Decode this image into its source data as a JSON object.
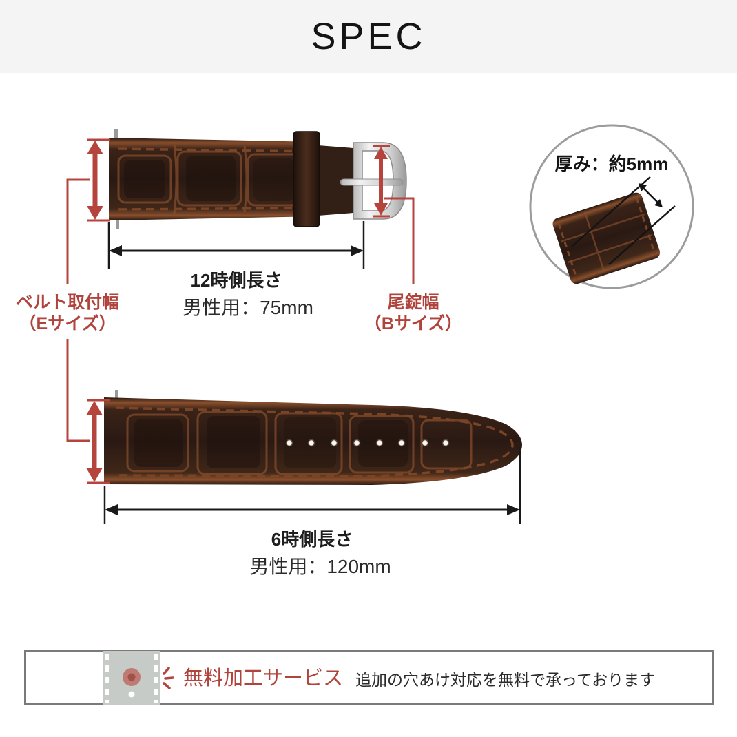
{
  "header": {
    "title": "SPEC"
  },
  "spec": {
    "upper": {
      "label": "12時側長さ",
      "value": "男性用：75mm"
    },
    "lower": {
      "label": "6時側長さ",
      "value": "男性用：120mm"
    },
    "attachment_width": {
      "line1": "ベルト取付幅",
      "line2": "（Eサイズ）"
    },
    "buckle_width": {
      "line1": "尾錠幅",
      "line2": "（Bサイズ）"
    },
    "thickness": {
      "label": "厚み：約5mm"
    }
  },
  "banner": {
    "title": "無料加工サービス",
    "description": "追加の穴あけ対応を無料で承っております"
  },
  "colors": {
    "accent_red": "#b5453c",
    "label_red": "#b0433c",
    "header_bg": "#f4f4f4",
    "banner_border": "#7a7a7a",
    "dimension_black": "#1a1a1a"
  }
}
